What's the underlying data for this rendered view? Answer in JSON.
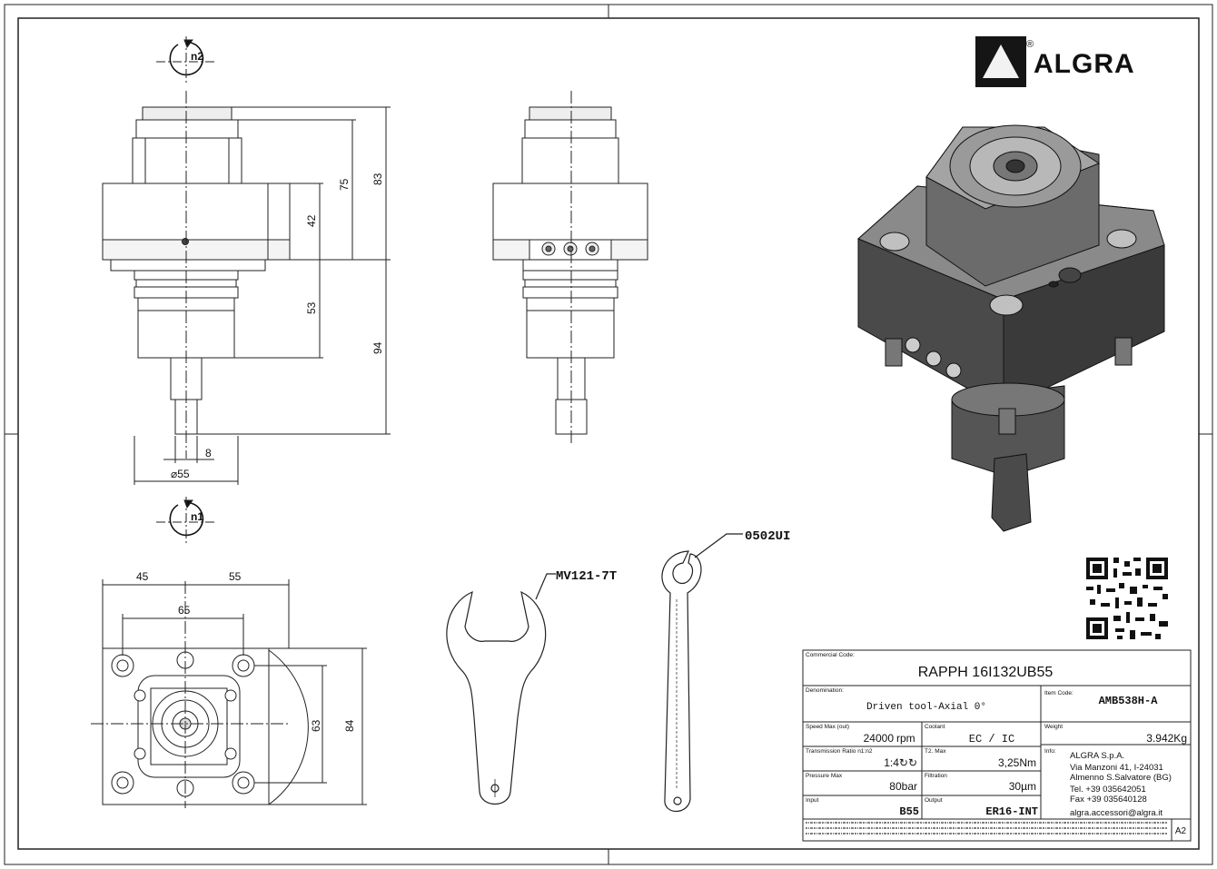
{
  "brand": {
    "name": "ALGRA",
    "registered": "®"
  },
  "views": {
    "front": {
      "rotation_top": "n2",
      "rotation_bottom": "n1",
      "dims": {
        "d75": "75",
        "d83": "83",
        "d42": "42",
        "d53": "53",
        "d94": "94",
        "d8": "8",
        "dia": "⌀55"
      }
    },
    "bottom": {
      "dims": {
        "d45": "45",
        "d55": "55",
        "d65": "65",
        "d63": "63",
        "d84": "84"
      }
    }
  },
  "accessories": {
    "wrench": "MV121-7T",
    "key": "0502UI"
  },
  "title_block": {
    "commercial_code": {
      "label": "Commercial Code:",
      "value": "RAPPH 16I132UB55"
    },
    "denomination": {
      "label": "Denomination:",
      "value": "Driven tool-Axial 0°"
    },
    "item_code": {
      "label": "Item Code:",
      "value": "AMB538H-A"
    },
    "speed": {
      "label": "Speed Max (out)",
      "value": "24000",
      "unit": "rpm"
    },
    "coolant": {
      "label": "Coolant",
      "value": "EC / IC"
    },
    "weight": {
      "label": "Weight",
      "value": "3.942Kg"
    },
    "ratio": {
      "label": "Transmission Ratio n1:n2",
      "value": "1:4↻↻"
    },
    "torque": {
      "label": "T2. Max",
      "value": "3,25Nm"
    },
    "pressure": {
      "label": "Pressure Max",
      "value": "80bar"
    },
    "filtration": {
      "label": "Filtration",
      "value": "30µm"
    },
    "input": {
      "label": "Input",
      "value": "B55"
    },
    "output": {
      "label": "Output",
      "value": "ER16-INT"
    },
    "info": {
      "label": "Info:",
      "lines": [
        "ALGRA S.p.A.",
        "Via Manzoni 41, I-24031",
        "Almenno S.Salvatore (BG)",
        "Tel. +39 035642051",
        "Fax +39 035640128",
        "algra.accessori@algra.it"
      ]
    },
    "sheet_size": "A2"
  }
}
